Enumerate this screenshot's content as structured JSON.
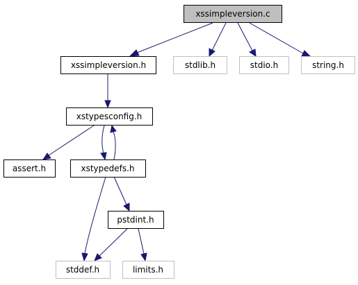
{
  "graph": {
    "nodes": {
      "xssimpleversion_c": {
        "label": "xssimpleversion.c",
        "style": "root"
      },
      "xssimpleversion_h": {
        "label": "xssimpleversion.h",
        "style": "local"
      },
      "stdlib_h": {
        "label": "stdlib.h",
        "style": "system"
      },
      "stdio_h": {
        "label": "stdio.h",
        "style": "system"
      },
      "string_h": {
        "label": "string.h",
        "style": "system"
      },
      "xstypesconfig_h": {
        "label": "xstypesconfig.h",
        "style": "local"
      },
      "assert_h": {
        "label": "assert.h",
        "style": "local"
      },
      "xstypedefs_h": {
        "label": "xstypedefs.h",
        "style": "local"
      },
      "pstdint_h": {
        "label": "pstdint.h",
        "style": "local"
      },
      "stddef_h": {
        "label": "stddef.h",
        "style": "system"
      },
      "limits_h": {
        "label": "limits.h",
        "style": "system"
      }
    },
    "edges": [
      {
        "from": "xssimpleversion_c",
        "to": "xssimpleversion_h"
      },
      {
        "from": "xssimpleversion_c",
        "to": "stdlib_h"
      },
      {
        "from": "xssimpleversion_c",
        "to": "stdio_h"
      },
      {
        "from": "xssimpleversion_c",
        "to": "string_h"
      },
      {
        "from": "xssimpleversion_h",
        "to": "xstypesconfig_h"
      },
      {
        "from": "xstypesconfig_h",
        "to": "assert_h"
      },
      {
        "from": "xstypesconfig_h",
        "to": "xstypedefs_h"
      },
      {
        "from": "xstypedefs_h",
        "to": "xstypesconfig_h"
      },
      {
        "from": "xstypedefs_h",
        "to": "pstdint_h"
      },
      {
        "from": "xstypedefs_h",
        "to": "stddef_h"
      },
      {
        "from": "pstdint_h",
        "to": "stddef_h"
      },
      {
        "from": "pstdint_h",
        "to": "limits_h"
      }
    ],
    "colors": {
      "root_fill": "#bfbfbf",
      "node_fill": "#ffffff",
      "local_border": "#000000",
      "system_border": "#bfbfbf",
      "edge": "#191970",
      "text": "#000000"
    }
  }
}
